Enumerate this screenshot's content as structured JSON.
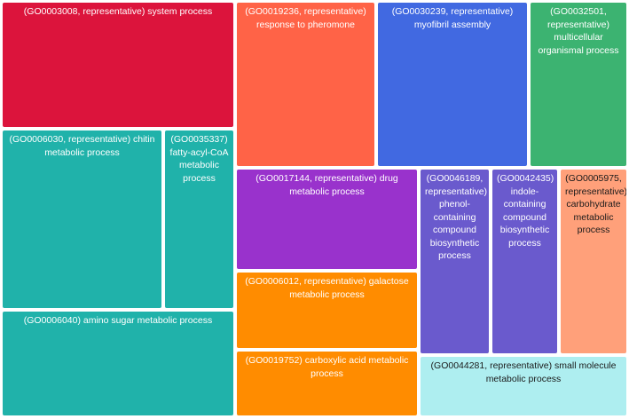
{
  "chart_data": {
    "type": "treemap",
    "colors": {
      "system": "#dc143c",
      "pheromone": "#ff6347",
      "myofibril": "#4169e1",
      "multicellular": "#3cb371",
      "teal": "#20b2aa",
      "purple": "#9932cc",
      "orange": "#ff8c00",
      "slateblue": "#6a5acd",
      "salmon": "#ffa07a",
      "lightcyan": "#aeeef0",
      "white_text": "#ffffff",
      "dark_text": "#1a1a1a"
    },
    "tiles": [
      {
        "id": "system",
        "label": "(GO0003008, representative) system process"
      },
      {
        "id": "pheromone",
        "label": "(GO0019236, representative) response to pheromone"
      },
      {
        "id": "myofibril",
        "label": "(GO0030239, representative) myofibril assembly"
      },
      {
        "id": "multicellular",
        "label": "(GO0032501, representative) multicellular organismal process"
      },
      {
        "id": "chitin",
        "label": "(GO0006030, representative) chitin metabolic process"
      },
      {
        "id": "fattyacyl",
        "label": "(GO0035337) fatty-acyl-CoA metabolic process"
      },
      {
        "id": "aminosugar",
        "label": "(GO0006040) amino sugar metabolic process"
      },
      {
        "id": "drug",
        "label": "(GO0017144, representative) drug metabolic process"
      },
      {
        "id": "galactose",
        "label": "(GO0006012, representative) galactose metabolic process"
      },
      {
        "id": "carboxylic",
        "label": "(GO0019752) carboxylic acid metabolic process"
      },
      {
        "id": "phenol",
        "label": "(GO0046189, representative) phenol-containing compound biosynthetic process"
      },
      {
        "id": "indole",
        "label": "(GO0042435) indole-containing compound biosynthetic process"
      },
      {
        "id": "carbohydrate",
        "label": "(GO0005975, representative) carbohydrate metabolic process"
      },
      {
        "id": "smallmolecule",
        "label": "(GO0044281, representative) small molecule metabolic process"
      }
    ]
  }
}
